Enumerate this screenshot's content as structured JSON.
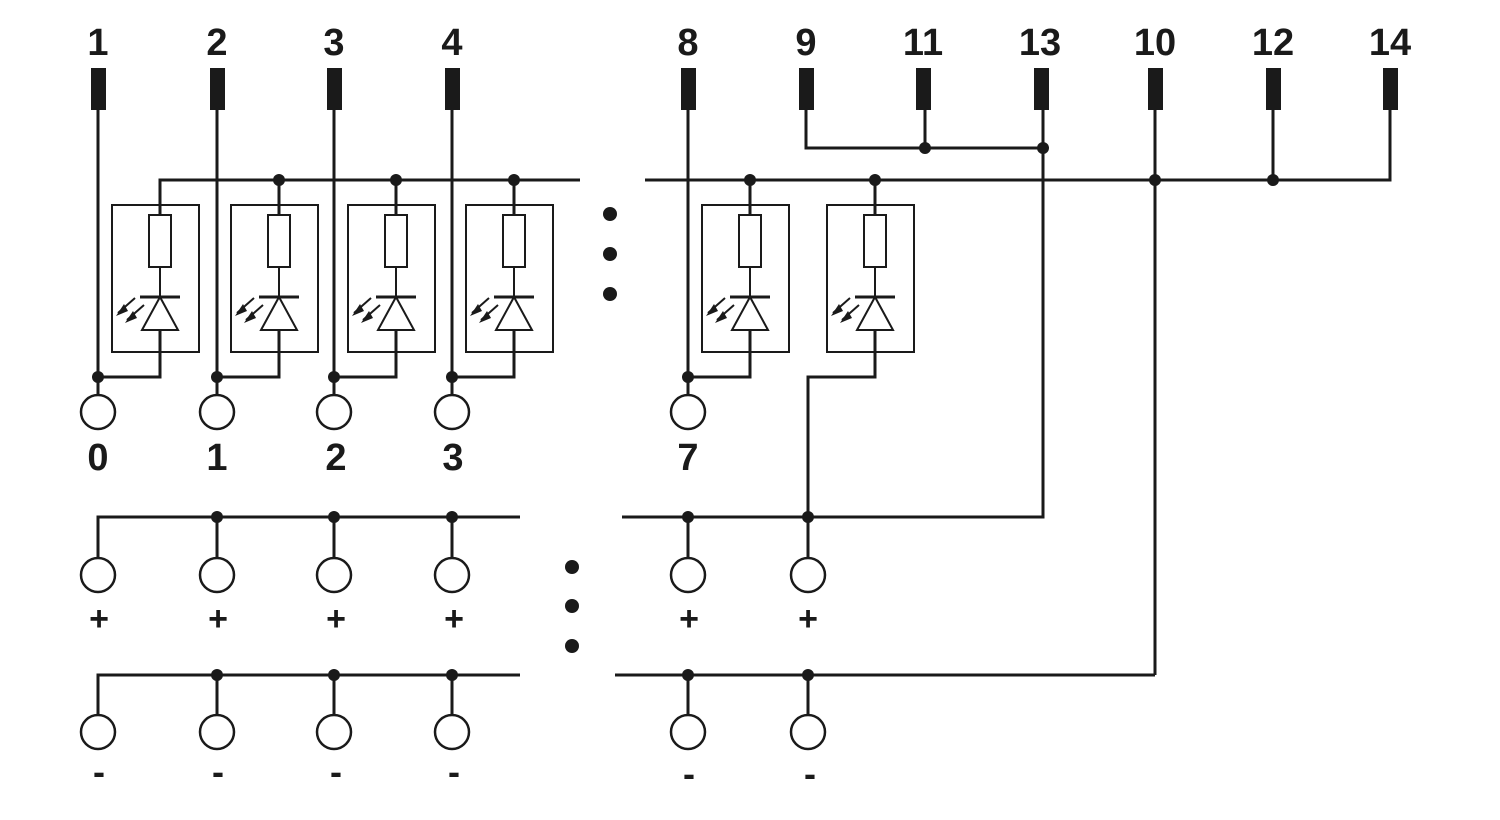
{
  "colors": {
    "ink": "#1a1a1a",
    "background": "#ffffff"
  },
  "connector_pins": [
    "1",
    "2",
    "3",
    "4",
    "8",
    "9",
    "11",
    "13",
    "10",
    "12",
    "14"
  ],
  "output_channels": [
    "0",
    "1",
    "2",
    "3",
    "7"
  ],
  "plus_terminals": [
    "+",
    "+",
    "+",
    "+",
    "+",
    "+"
  ],
  "minus_terminals": [
    "-",
    "-",
    "-",
    "-",
    "-",
    "-"
  ],
  "led_module_icon": "led-resistor-module-icon",
  "ellipsis_icon": "vertical-ellipsis-icon"
}
